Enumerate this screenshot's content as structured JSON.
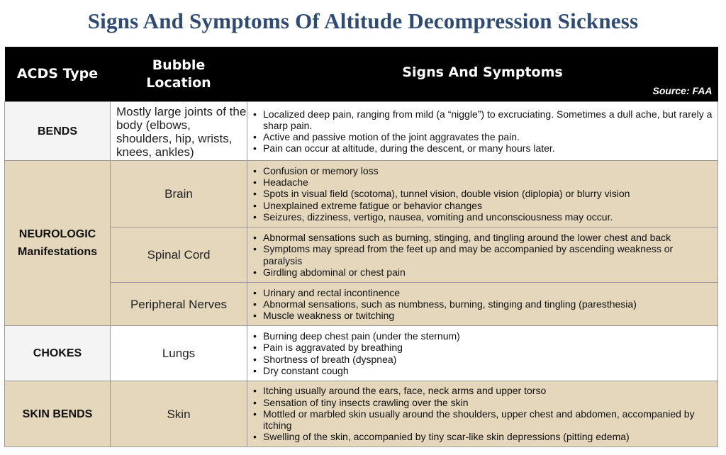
{
  "title": "Signs And Symptoms Of Altitude Decompression Sickness",
  "header": {
    "col1": "ACDS Type",
    "col2": "Bubble Location",
    "col3": "Signs And Symptoms",
    "source": "Source: FAA"
  },
  "rows": [
    {
      "type": "BENDS",
      "location": "Mostly large joints of the body (elbows, shoulders, hip, wrists, knees, ankles)",
      "symptoms": [
        "Localized deep pain, ranging from mild (a “niggle”) to excruciating. Sometimes a dull ache, but rarely a sharp pain.",
        "Active and passive motion of the joint aggravates the pain.",
        "Pain can occur at altitude, during the descent, or many hours later."
      ]
    },
    {
      "type": "NEUROLOGIC Manifestations",
      "location": "Brain",
      "symptoms": [
        "Confusion or memory loss",
        "Headache",
        "Spots in visual field (scotoma), tunnel vision, double vision (diplopia) or blurry vision",
        "Unexplained extreme fatigue or behavior changes",
        "Seizures, dizziness, vertigo, nausea, vomiting and unconsciousness may occur."
      ]
    },
    {
      "location": "Spinal Cord",
      "symptoms": [
        "Abnormal sensations such as burning, stinging, and tingling around the lower chest and back",
        "Symptoms may spread from the feet up and may be accompanied by ascending weakness or paralysis",
        "Girdling abdominal or chest pain"
      ]
    },
    {
      "location": "Peripheral Nerves",
      "symptoms": [
        "Urinary and rectal incontinence",
        "Abnormal sensations, such as numbness, burning, stinging and tingling (paresthesia)",
        "Muscle weakness or twitching"
      ]
    },
    {
      "type": "CHOKES",
      "location": "Lungs",
      "symptoms": [
        "Burning deep chest pain (under the sternum)",
        "Pain is aggravated by breathing",
        "Shortness of breath (dyspnea)",
        "Dry constant cough"
      ]
    },
    {
      "type": "SKIN BENDS",
      "location": "Skin",
      "symptoms": [
        "Itching usually around the ears, face, neck arms and upper torso",
        "Sensation of tiny insects crawling over the skin",
        "Mottled or marbled skin usually around the shoulders, upper chest and abdomen, accompanied by itching",
        "Swelling of the skin, accompanied by tiny scar-like skin depressions (pitting edema)"
      ]
    }
  ],
  "colors": {
    "title": "#2f4b73",
    "header_bg": "#000000",
    "row_white": "#ffffff",
    "row_tan": "#e5d7bc"
  }
}
